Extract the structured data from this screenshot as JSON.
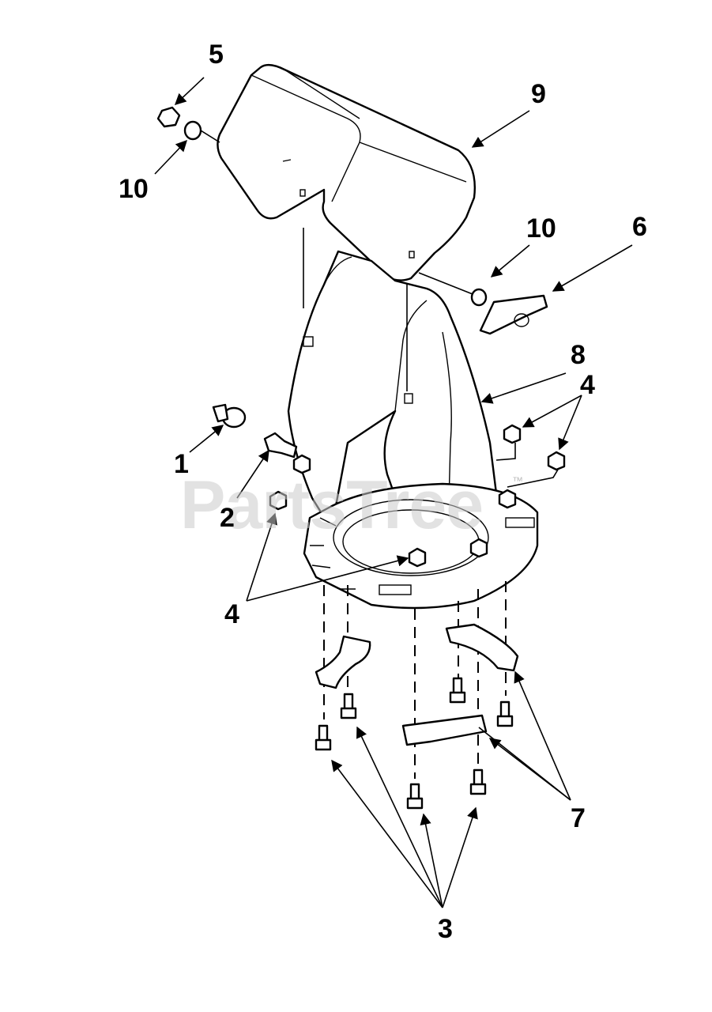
{
  "watermark": {
    "text": "PartsTree",
    "trademark": "™"
  },
  "callouts": [
    {
      "id": "c5",
      "label": "5"
    },
    {
      "id": "c9",
      "label": "9"
    },
    {
      "id": "c10a",
      "label": "10"
    },
    {
      "id": "c10b",
      "label": "10"
    },
    {
      "id": "c6",
      "label": "6"
    },
    {
      "id": "c8",
      "label": "8"
    },
    {
      "id": "c4a",
      "label": "4"
    },
    {
      "id": "c1",
      "label": "1"
    },
    {
      "id": "c2",
      "label": "2"
    },
    {
      "id": "c4b",
      "label": "4"
    },
    {
      "id": "c7",
      "label": "7"
    },
    {
      "id": "c3",
      "label": "3"
    }
  ],
  "colors": {
    "line": "#000000",
    "watermark": "#cccccc",
    "background": "#ffffff"
  }
}
